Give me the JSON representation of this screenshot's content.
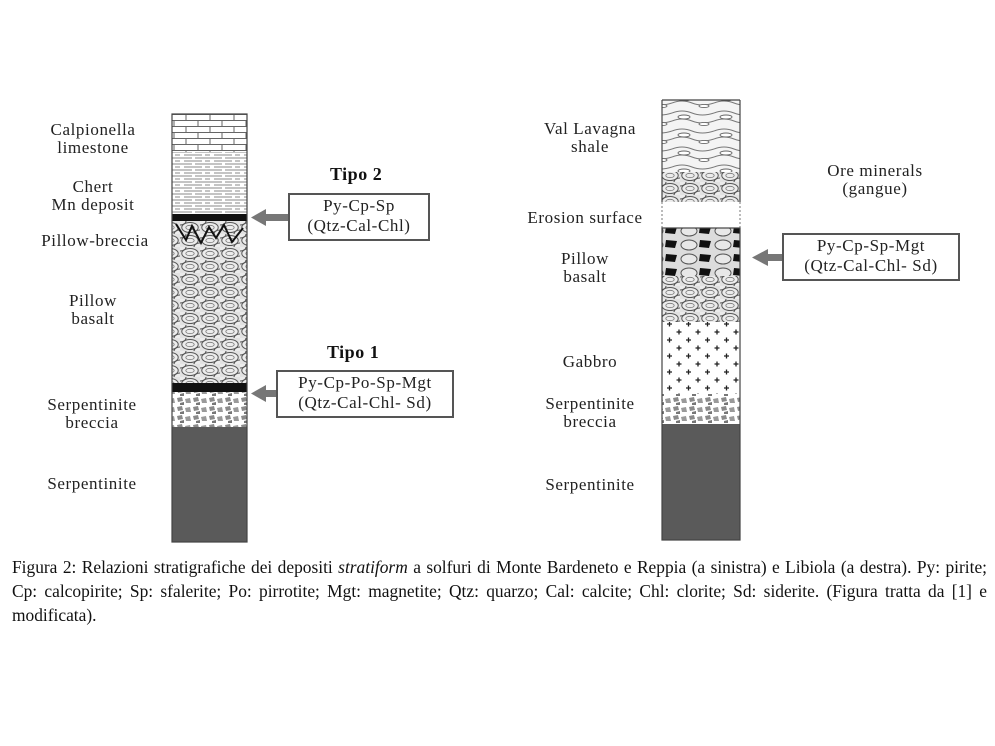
{
  "left_column": {
    "labels": {
      "calpionella": [
        "Calpionella",
        "limestone"
      ],
      "chert": [
        "Chert",
        "Mn deposit"
      ],
      "pillow_breccia": "Pillow-breccia",
      "pillow_basalt": [
        "Pillow",
        "basalt"
      ],
      "serp_breccia": [
        "Serpentinite",
        "breccia"
      ],
      "serpentinite": "Serpentinite"
    },
    "tipo2": {
      "title": "Tipo 2",
      "minerals": "Py-Cp-Sp",
      "gangue": "(Qtz-Cal-Chl)"
    },
    "tipo1": {
      "title": "Tipo 1",
      "minerals": "Py-Cp-Po-Sp-Mgt",
      "gangue": "(Qtz-Cal-Chl- Sd)"
    }
  },
  "right_column": {
    "labels": {
      "val_lavagna": [
        "Val Lavagna",
        "shale"
      ],
      "erosion": "Erosion surface",
      "pillow_basalt": [
        "Pillow",
        "basalt"
      ],
      "gabbro": "Gabbro",
      "serp_breccia": [
        "Serpentinite",
        "breccia"
      ],
      "serpentinite": "Serpentinite"
    },
    "ore_title": [
      "Ore minerals",
      "(gangue)"
    ],
    "ore_box": {
      "minerals": "Py-Cp-Sp-Mgt",
      "gangue": "(Qtz-Cal-Chl- Sd)"
    }
  },
  "caption": {
    "prefix": "Figura 2: Relazioni stratigrafiche dei depositi ",
    "emphasis": "stratiform",
    "suffix": " a solfuri di Monte Bardeneto e Reppia (a sinistra) e Libiola (a destra). Py: pirite; Cp: calcopirite; Sp: sfalerite; Po: pirrotite; Mgt: magnetite; Qtz: quarzo; Cal: calcite; Chl: clorite; Sd: siderite. (Figura tratta da [1] e modificata)."
  }
}
